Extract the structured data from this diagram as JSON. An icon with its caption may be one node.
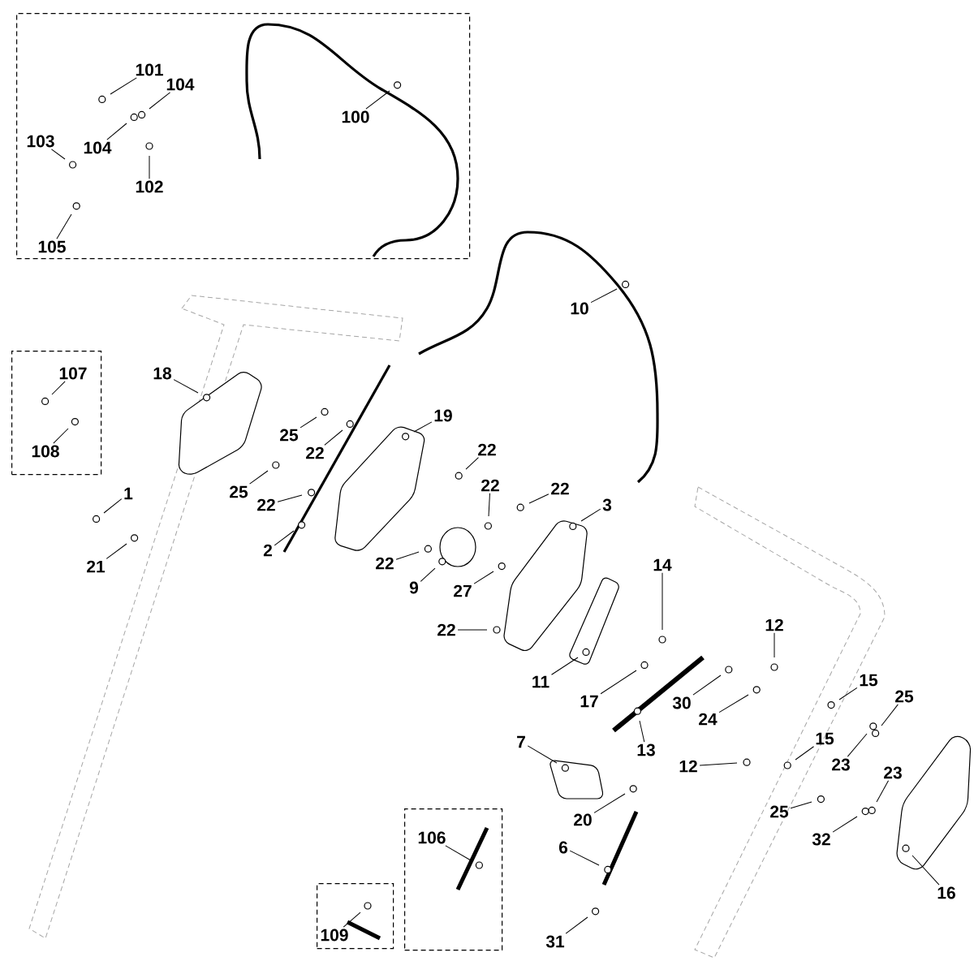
{
  "diagram": {
    "nodes": [
      {
        "text": [],
        "shape": "box"
      },
      {
        "text": [
          "101"
        ],
        "in": 0
      },
      {
        "text": [
          "104"
        ],
        "in": 0
      },
      {
        "text": [
          "100"
        ],
        "in": 0
      },
      {
        "text": [
          "103"
        ],
        "in": 0
      },
      {
        "text": [
          "104"
        ],
        "in": 0
      },
      {
        "text": [
          "102"
        ],
        "in": 0
      },
      {
        "text": [
          "105"
        ],
        "in": 0
      },
      {
        "text": [
          "10"
        ]
      },
      {
        "text": [],
        "shape": "box"
      },
      {
        "text": [
          "107"
        ],
        "in": 9
      },
      {
        "text": [
          "108"
        ],
        "in": 9
      },
      {
        "text": [
          "18"
        ]
      },
      {
        "text": [
          "19"
        ]
      },
      {
        "text": [
          "25"
        ]
      },
      {
        "text": [
          "22"
        ]
      },
      {
        "text": [
          "25"
        ]
      },
      {
        "text": [
          "22"
        ]
      },
      {
        "text": [
          "22"
        ]
      },
      {
        "text": [
          "22"
        ]
      },
      {
        "text": [
          "22"
        ]
      },
      {
        "text": [
          "1"
        ]
      },
      {
        "text": [
          "21"
        ]
      },
      {
        "text": [
          "2"
        ]
      },
      {
        "text": [
          "3"
        ]
      },
      {
        "text": [
          "22"
        ]
      },
      {
        "text": [
          "9"
        ]
      },
      {
        "text": [
          "27"
        ]
      },
      {
        "text": [
          "22"
        ]
      },
      {
        "text": [
          "14"
        ]
      },
      {
        "text": [
          "12"
        ]
      },
      {
        "text": [
          "11"
        ]
      },
      {
        "text": [
          "17"
        ]
      },
      {
        "text": [
          "30"
        ]
      },
      {
        "text": [
          "24"
        ]
      },
      {
        "text": [
          "13"
        ]
      },
      {
        "text": [
          "12"
        ]
      },
      {
        "text": [
          "15"
        ]
      },
      {
        "text": [
          "25"
        ]
      },
      {
        "text": [
          "7"
        ]
      },
      {
        "text": [
          "15"
        ]
      },
      {
        "text": [
          "23"
        ]
      },
      {
        "text": [
          "23"
        ]
      },
      {
        "text": [
          "25"
        ]
      },
      {
        "text": [
          "20"
        ]
      },
      {
        "text": [
          "32"
        ]
      },
      {
        "text": [
          "6"
        ]
      },
      {
        "text": [
          "16"
        ]
      },
      {
        "text": [],
        "shape": "box"
      },
      {
        "text": [
          "106"
        ],
        "in": 48
      },
      {
        "text": [],
        "shape": "box"
      },
      {
        "text": [
          "109"
        ],
        "in": 50
      },
      {
        "text": [
          "31"
        ]
      }
    ],
    "edges": [
      {
        "from": 1,
        "to": null,
        "arrow": "none"
      },
      {
        "from": 2,
        "to": null,
        "arrow": "none"
      },
      {
        "from": 3,
        "to": null,
        "arrow": "none"
      },
      {
        "from": 4,
        "to": null,
        "arrow": "none"
      },
      {
        "from": 5,
        "to": null,
        "arrow": "none"
      },
      {
        "from": 6,
        "to": null,
        "arrow": "none"
      },
      {
        "from": 7,
        "to": null,
        "arrow": "none"
      },
      {
        "from": 8,
        "to": null,
        "arrow": "none"
      },
      {
        "from": 10,
        "to": null,
        "arrow": "none"
      },
      {
        "from": 11,
        "to": null,
        "arrow": "none"
      },
      {
        "from": 12,
        "to": null,
        "arrow": "none"
      },
      {
        "from": 13,
        "to": null,
        "arrow": "none"
      },
      {
        "from": 14,
        "to": null,
        "arrow": "none"
      },
      {
        "from": 15,
        "to": null,
        "arrow": "none"
      },
      {
        "from": 16,
        "to": null,
        "arrow": "none"
      },
      {
        "from": 17,
        "to": null,
        "arrow": "none"
      },
      {
        "from": 18,
        "to": null,
        "arrow": "none"
      },
      {
        "from": 19,
        "to": null,
        "arrow": "none"
      },
      {
        "from": 20,
        "to": null,
        "arrow": "none"
      },
      {
        "from": 21,
        "to": null,
        "arrow": "none"
      },
      {
        "from": 22,
        "to": null,
        "arrow": "none"
      },
      {
        "from": 23,
        "to": null,
        "arrow": "none"
      },
      {
        "from": 24,
        "to": null,
        "arrow": "none"
      },
      {
        "from": 25,
        "to": null,
        "arrow": "none"
      },
      {
        "from": 26,
        "to": null,
        "arrow": "none"
      },
      {
        "from": 27,
        "to": null,
        "arrow": "none"
      },
      {
        "from": 28,
        "to": null,
        "arrow": "none"
      },
      {
        "from": 29,
        "to": null,
        "arrow": "none"
      },
      {
        "from": 30,
        "to": null,
        "arrow": "none"
      },
      {
        "from": 31,
        "to": null,
        "arrow": "none"
      },
      {
        "from": 32,
        "to": null,
        "arrow": "none"
      },
      {
        "from": 33,
        "to": null,
        "arrow": "none"
      },
      {
        "from": 34,
        "to": null,
        "arrow": "none"
      },
      {
        "from": 35,
        "to": null,
        "arrow": "none"
      },
      {
        "from": 36,
        "to": null,
        "arrow": "none"
      },
      {
        "from": 37,
        "to": null,
        "arrow": "none"
      },
      {
        "from": 38,
        "to": null,
        "arrow": "none"
      },
      {
        "from": 39,
        "to": null,
        "arrow": "none"
      },
      {
        "from": 40,
        "to": null,
        "arrow": "none"
      },
      {
        "from": 41,
        "to": null,
        "arrow": "none"
      },
      {
        "from": 42,
        "to": null,
        "arrow": "none"
      },
      {
        "from": 43,
        "to": null,
        "arrow": "none"
      },
      {
        "from": 44,
        "to": null,
        "arrow": "none"
      },
      {
        "from": 45,
        "to": null,
        "arrow": "none"
      },
      {
        "from": 46,
        "to": null,
        "arrow": "none"
      },
      {
        "from": 47,
        "to": null,
        "arrow": "none"
      },
      {
        "from": 49,
        "to": null,
        "arrow": "none"
      },
      {
        "from": 51,
        "to": null,
        "arrow": "none"
      },
      {
        "from": 52,
        "to": null,
        "arrow": "none"
      }
    ]
  }
}
